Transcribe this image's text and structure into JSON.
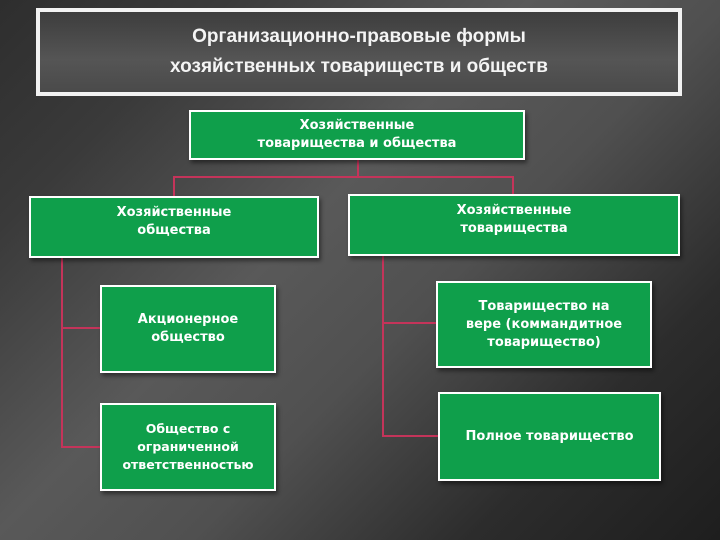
{
  "title": {
    "line1": "Организационно-правовые формы",
    "line2": "хозяйственных товариществ и обществ"
  },
  "nodes": {
    "root": {
      "line1": "Хозяйственные",
      "line2": "товарищества и общества"
    },
    "societies": {
      "line1": "Хозяйственные",
      "line2": "общества"
    },
    "partnerships": {
      "line1": "Хозяйственные",
      "line2": "товарищества"
    },
    "joint_stock": {
      "line1": "Акционерное",
      "line2": "общество"
    },
    "llc": {
      "line1": "Общество с",
      "line2": "ограниченной",
      "line3": "ответственностью"
    },
    "limited_partnership": {
      "line1": "Товарищество на",
      "line2": "вере (коммандитное",
      "line3": "товарищество)"
    },
    "general_partnership": {
      "line1": "Полное товарищество"
    }
  },
  "colors": {
    "node_fill": "#0f9f4b",
    "connector": "#c4345a",
    "title_border": "#f2f2f2"
  }
}
